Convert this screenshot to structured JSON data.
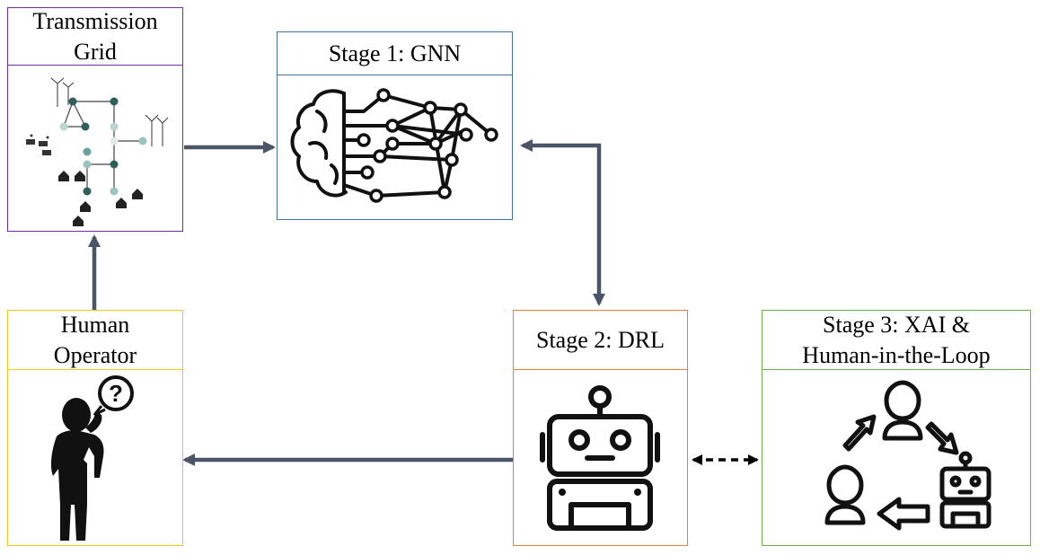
{
  "colors": {
    "arrow": "#4a5568",
    "grid_border": "#7030a0",
    "gnn_border": "#41719c",
    "drl_border": "#ed7d31",
    "xai_border": "#70ad47",
    "human_border": "#f5c518",
    "node_dark": "#2f5f5a",
    "node_mid": "#6aa39c",
    "node_light": "#b9d6d2"
  },
  "boxes": {
    "transmission_grid": {
      "title_line1": "Transmission",
      "title_line2": "Grid"
    },
    "stage1": {
      "title": "Stage 1: GNN"
    },
    "stage2": {
      "title": "Stage 2: DRL"
    },
    "stage3": {
      "title_line1": "Stage 3: XAI &",
      "title_line2": "Human-in-the-Loop"
    },
    "human_operator": {
      "title_line1": "Human",
      "title_line2": "Operator"
    }
  },
  "icons": {
    "grid": "power-grid-network-icon",
    "gnn": "brain-network-icon",
    "drl": "robot-icon",
    "xai": "human-robot-cycle-icon",
    "operator": "thinking-person-question-icon"
  }
}
